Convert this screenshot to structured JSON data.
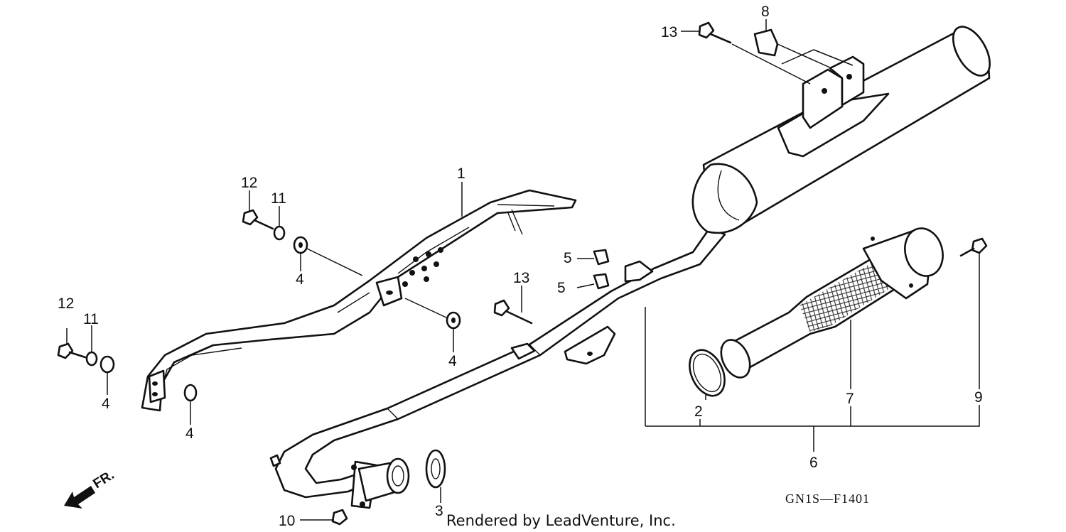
{
  "diagram": {
    "callouts": [
      "1",
      "2",
      "3",
      "4",
      "4",
      "4",
      "4",
      "5",
      "5",
      "6",
      "7",
      "8",
      "9",
      "10",
      "11",
      "11",
      "12",
      "12",
      "13",
      "13"
    ],
    "diagram_code": "GN1S—F1401",
    "direction_marker": "FR.",
    "credit": "Rendered by LeadVenture, Inc."
  }
}
